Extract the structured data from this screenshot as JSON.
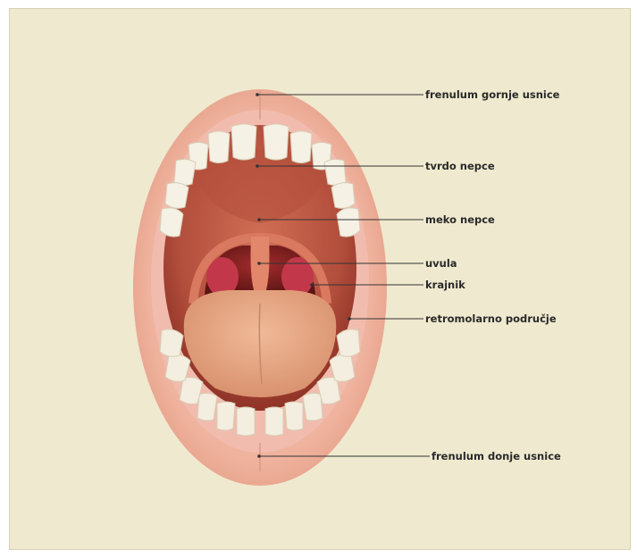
{
  "labels": {
    "frenulum_upper": "frenulum gornje usnice",
    "hard_palate": "tvrdo nepce",
    "soft_palate": "meko nepce",
    "uvula": "uvula",
    "tonsil": "krajnik",
    "retromolar": "retromolarno područje",
    "frenulum_lower": "frenulum donje usnice"
  },
  "colors": {
    "background": "#efe9cf",
    "lip": "#efb7a3",
    "gum": "#f2c0b4",
    "palate": "#c9654d",
    "throat": "#7a1f1f",
    "tongue": "#e5a886",
    "tooth": "#f5f1e6",
    "leader_line": "#333333"
  }
}
